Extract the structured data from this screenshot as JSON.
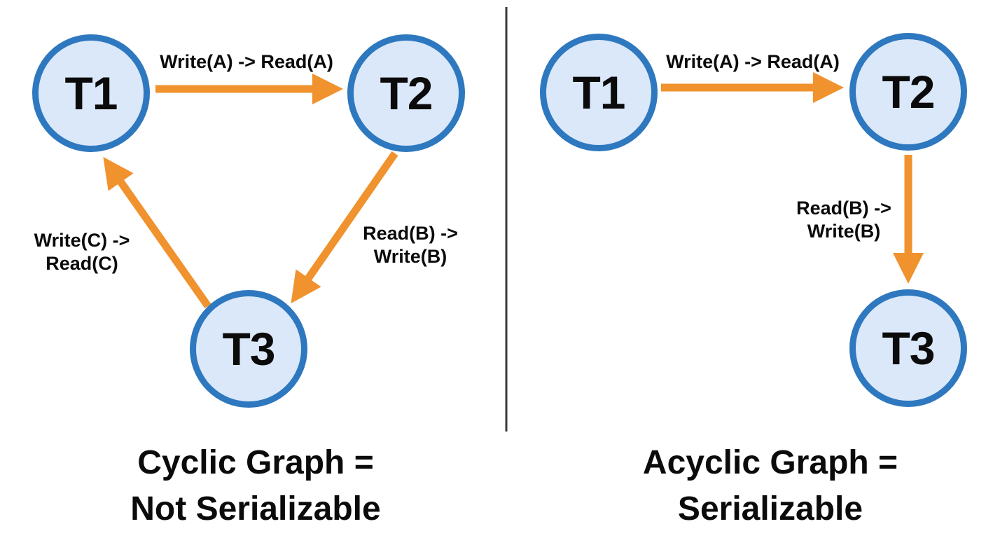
{
  "colors": {
    "background": "#ffffff",
    "node_fill": "#dbe8f9",
    "node_border": "#2e78bf",
    "arrow": "#f0922d",
    "text": "#0b0b0b",
    "divider": "#3a3a3a"
  },
  "left_graph": {
    "nodes": {
      "t1": "T1",
      "t2": "T2",
      "t3": "T3"
    },
    "edges": {
      "t1_t2": {
        "label": "Write(A) -> Read(A)"
      },
      "t2_t3": {
        "line1": "Read(B) ->",
        "line2": "Write(B)"
      },
      "t3_t1": {
        "line1": "Write(C) ->",
        "line2": "Read(C)"
      }
    },
    "caption": {
      "line1": "Cyclic Graph =",
      "line2": "Not Serializable"
    }
  },
  "right_graph": {
    "nodes": {
      "t1": "T1",
      "t2": "T2",
      "t3": "T3"
    },
    "edges": {
      "t1_t2": {
        "label": "Write(A) -> Read(A)"
      },
      "t2_t3": {
        "line1": "Read(B) ->",
        "line2": "Write(B)"
      }
    },
    "caption": {
      "line1": "Acyclic Graph =",
      "line2": "Serializable"
    }
  }
}
